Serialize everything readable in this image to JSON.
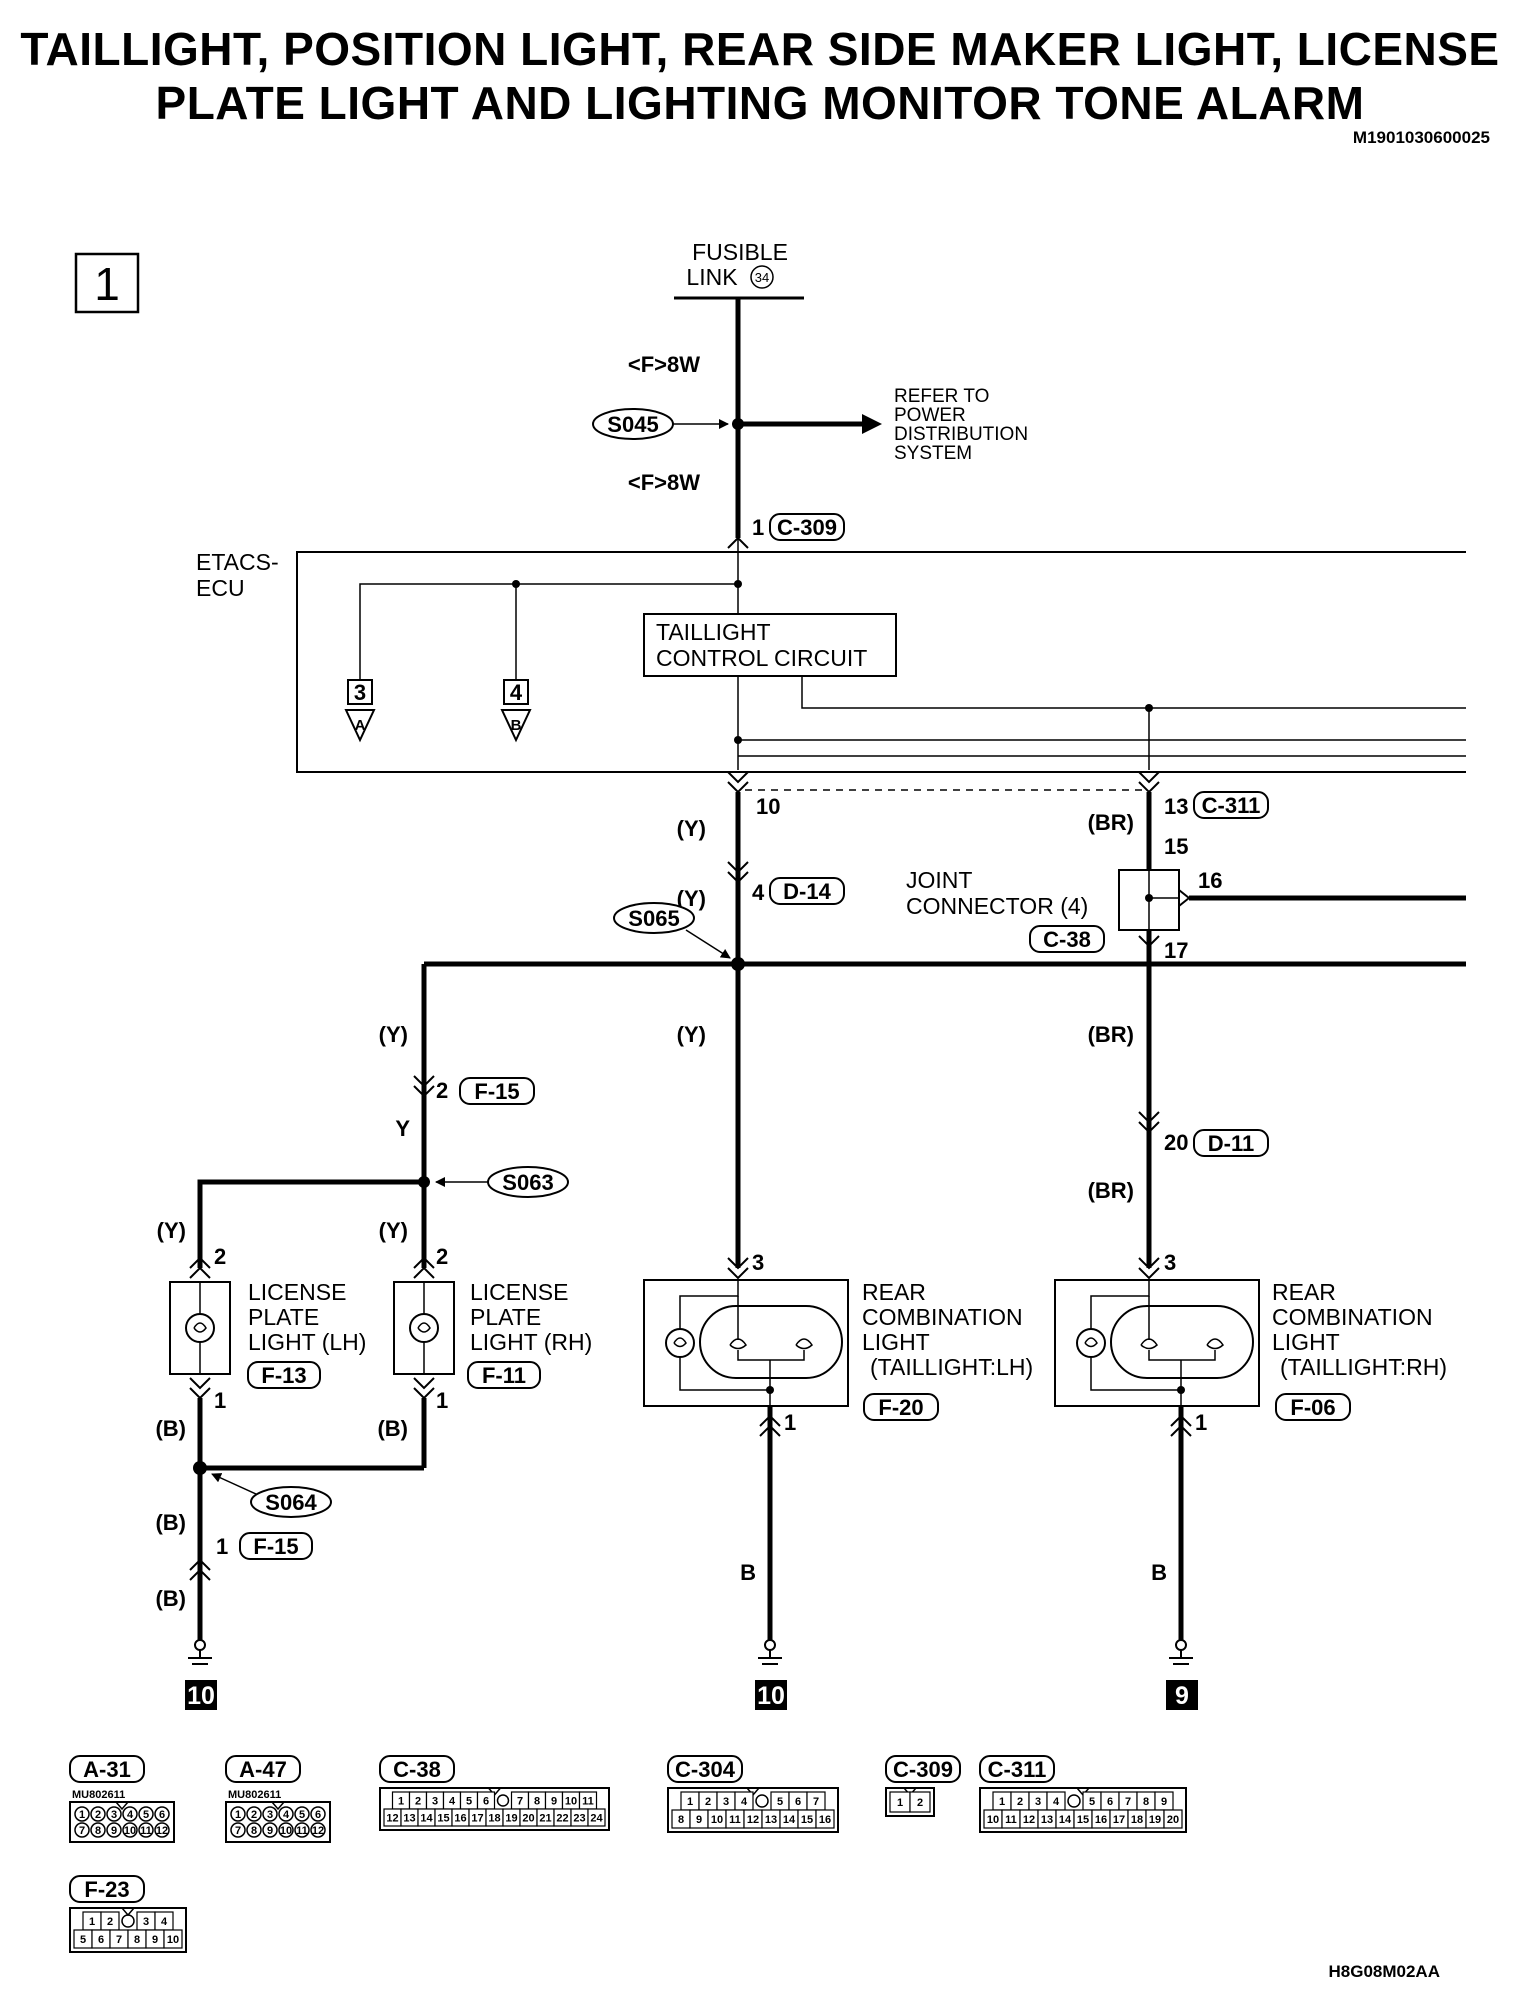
{
  "title": {
    "line1": "TAILLIGHT, POSITION LIGHT, REAR SIDE MAKER LIGHT, LICENSE",
    "line2": "PLATE LIGHT AND LIGHTING MONITOR TONE ALARM"
  },
  "doc_id": "M1901030600025",
  "figure_code": "H8G08M02AA",
  "page_number": "1",
  "labels": {
    "fusible_link": "FUSIBLE",
    "fusible_link2": "LINK",
    "fusible_link_num": "34",
    "wire_f8w_top": "<F>8W",
    "wire_f8w_bottom": "<F>8W",
    "refer_to_1": "REFER TO",
    "refer_to_2": "POWER",
    "refer_to_3": "DISTRIBUTION",
    "refer_to_4": "SYSTEM",
    "etacs_1": "ETACS-",
    "etacs_2": "ECU",
    "taillight_ctrl_1": "TAILLIGHT",
    "taillight_ctrl_2": "CONTROL CIRCUIT",
    "joint_1": "JOINT",
    "joint_2": "CONNECTOR (4)",
    "lic_lh_1": "LICENSE",
    "lic_lh_2": "PLATE",
    "lic_lh_3": "LIGHT (LH)",
    "lic_rh_1": "LICENSE",
    "lic_rh_2": "PLATE",
    "lic_rh_3": "LIGHT (RH)",
    "rcl_lh_1": "REAR",
    "rcl_lh_2": "COMBINATION",
    "rcl_lh_3": "LIGHT",
    "rcl_lh_4": "(TAILLIGHT:LH)",
    "rcl_rh_1": "REAR",
    "rcl_rh_2": "COMBINATION",
    "rcl_rh_3": "LIGHT",
    "rcl_rh_4": "(TAILLIGHT:RH)",
    "off_a_num": "3",
    "off_a_letter": "A",
    "off_b_num": "4",
    "off_b_letter": "B"
  },
  "splices": {
    "s045": "S045",
    "s065": "S065",
    "s063": "S063",
    "s064": "S064"
  },
  "connectors": {
    "c309": "C-309",
    "c311": "C-311",
    "d14": "D-14",
    "c38": "C-38",
    "f15a": "F-15",
    "f15b": "F-15",
    "d11": "D-11",
    "f13": "F-13",
    "f11": "F-11",
    "f20": "F-20",
    "f06": "F-06"
  },
  "pins": {
    "c309": "1",
    "p10": "10",
    "p13": "13",
    "p15": "15",
    "p16": "16",
    "p17": "17",
    "d14": "4",
    "f15a": "2",
    "d11": "20",
    "lic_lh_top": "2",
    "lic_rh_top": "2",
    "lic_lh_bot": "1",
    "lic_rh_bot": "1",
    "rcl_lh_top": "3",
    "rcl_rh_top": "3",
    "rcl_lh_bot": "1",
    "rcl_rh_bot": "1",
    "f15b": "1"
  },
  "wire_colors": {
    "y1": "(Y)",
    "y2": "(Y)",
    "y3": "(Y)",
    "y4": "(Y)",
    "y_plain": "Y",
    "y5": "(Y)",
    "y6": "(Y)",
    "br1": "(BR)",
    "br2": "(BR)",
    "br3": "(BR)",
    "b1": "(B)",
    "b2": "(B)",
    "b3": "(B)",
    "b4": "(B)",
    "b_plain1": "B",
    "b_plain2": "B"
  },
  "grounds": {
    "g_left": "10",
    "g_mid": "10",
    "g_right": "9"
  },
  "connector_views": {
    "a31": {
      "label": "A-31",
      "part": "MU802611",
      "row1": [
        "1",
        "2",
        "3",
        "4",
        "5",
        "6"
      ],
      "row2": [
        "7",
        "8",
        "9",
        "10",
        "11",
        "12"
      ]
    },
    "a47": {
      "label": "A-47",
      "part": "MU802611",
      "row1": [
        "1",
        "2",
        "3",
        "4",
        "5",
        "6"
      ],
      "row2": [
        "7",
        "8",
        "9",
        "10",
        "11",
        "12"
      ]
    },
    "c38": {
      "label": "C-38",
      "row1": [
        "1",
        "2",
        "3",
        "4",
        "5",
        "6",
        "",
        "7",
        "8",
        "9",
        "10",
        "11"
      ],
      "row2": [
        "12",
        "13",
        "14",
        "15",
        "16",
        "17",
        "18",
        "19",
        "20",
        "21",
        "22",
        "23",
        "24"
      ]
    },
    "c304": {
      "label": "C-304",
      "row1": [
        "1",
        "2",
        "3",
        "4",
        "",
        "5",
        "6",
        "7"
      ],
      "row2": [
        "8",
        "9",
        "10",
        "11",
        "12",
        "13",
        "14",
        "15",
        "16"
      ]
    },
    "c309": {
      "label": "C-309",
      "row1": [
        "1",
        "2"
      ]
    },
    "c311": {
      "label": "C-311",
      "row1": [
        "1",
        "2",
        "3",
        "4",
        "",
        "5",
        "6",
        "7",
        "8",
        "9"
      ],
      "row2": [
        "10",
        "11",
        "12",
        "13",
        "14",
        "15",
        "16",
        "17",
        "18",
        "19",
        "20"
      ]
    },
    "f23": {
      "label": "F-23",
      "row1": [
        "1",
        "2",
        "",
        "3",
        "4"
      ],
      "row2": [
        "5",
        "6",
        "7",
        "8",
        "9",
        "10"
      ]
    }
  }
}
